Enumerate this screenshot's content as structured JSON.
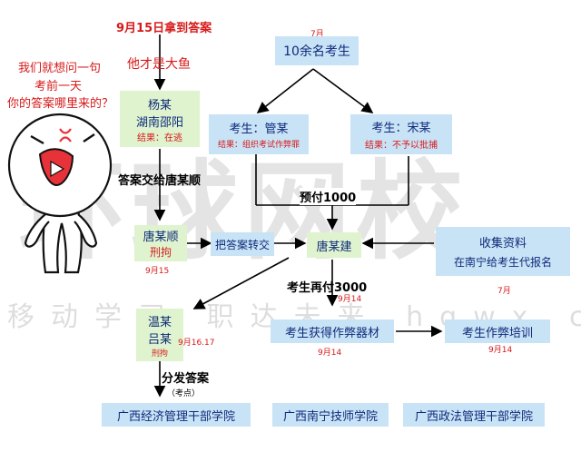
{
  "watermark": {
    "main": "环球网校",
    "sub": "移动学习 职达未来 hqwx.com"
  },
  "top": {
    "date_label": "9月15日拿到答案",
    "caption": "他才是大鱼"
  },
  "question": {
    "line1": "我们就想问一句",
    "line2": "考前一天",
    "line3": "你的答案哪里来的？"
  },
  "candidates": {
    "date": "7月",
    "label": "10余名考生"
  },
  "guan": {
    "name": "考生：管某",
    "note": "结果：组织考试作弊罪"
  },
  "song": {
    "name": "考生：宋某",
    "note": "结果：不予以批捕"
  },
  "yang": {
    "name1": "杨某",
    "name2": "湖南邵阳",
    "result": "结果：在逃"
  },
  "handover": "答案交给唐某顺",
  "tangshun": {
    "name": "唐某顺",
    "status": "刑拘",
    "date": "9月15"
  },
  "transfer": "把答案转交",
  "tangjian": {
    "name": "唐某建"
  },
  "prepay": "预付1000",
  "collect": {
    "line1": "收集资料",
    "line2": "在南宁给考生代报名",
    "date": "7月"
  },
  "pay_again": {
    "label": "考生再付3000",
    "date": "9月14"
  },
  "wenlv": {
    "name1": "温某",
    "name2": "吕某",
    "status": "刑拘",
    "date": "9月16.17"
  },
  "equipment": {
    "label": "考生获得作弊器材",
    "date": "9月14"
  },
  "training": {
    "label": "考生作弊培训",
    "date": "9月14"
  },
  "distribute": {
    "label": "分发答案",
    "sub": "（考点）"
  },
  "schools": [
    "广西经济管理干部学院",
    "广西南宁技师学院",
    "广西政法管理干部学院"
  ],
  "colors": {
    "blue_box": "#c9e3f6",
    "green_box": "#dff3cf",
    "red_text": "#d71a1a",
    "navy_text": "#0d2a7a"
  }
}
